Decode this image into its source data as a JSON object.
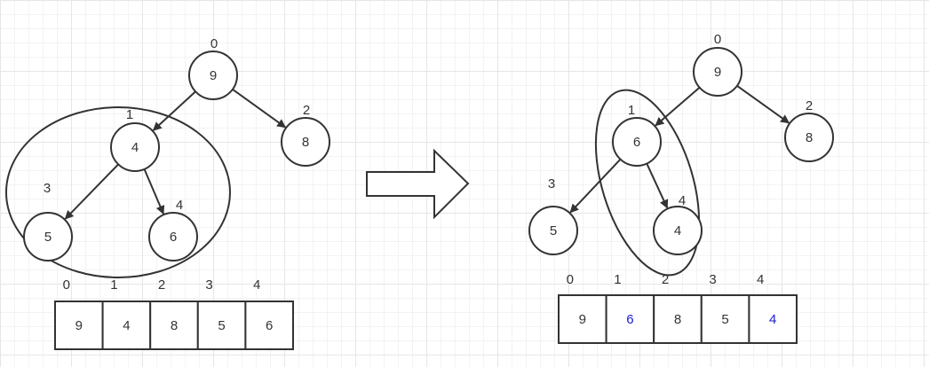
{
  "colors": {
    "stroke": "#333333",
    "text": "#333333",
    "highlight": "#1a1ad6"
  },
  "diagrams": [
    {
      "nodes": [
        {
          "index_label": "0",
          "value": "9"
        },
        {
          "index_label": "1",
          "value": "4"
        },
        {
          "index_label": "2",
          "value": "8"
        },
        {
          "index_label": "3",
          "value": "5"
        },
        {
          "index_label": "4",
          "value": "6"
        }
      ],
      "edges": [
        [
          0,
          1
        ],
        [
          0,
          2
        ],
        [
          1,
          3
        ],
        [
          1,
          4
        ]
      ],
      "array": {
        "indices": [
          "0",
          "1",
          "2",
          "3",
          "4"
        ],
        "values": [
          "9",
          "4",
          "8",
          "5",
          "6"
        ],
        "highlighted": []
      }
    },
    {
      "nodes": [
        {
          "index_label": "0",
          "value": "9"
        },
        {
          "index_label": "1",
          "value": "6"
        },
        {
          "index_label": "2",
          "value": "8"
        },
        {
          "index_label": "3",
          "value": "5"
        },
        {
          "index_label": "4",
          "value": "4"
        }
      ],
      "edges": [
        [
          0,
          1
        ],
        [
          0,
          2
        ],
        [
          1,
          3
        ],
        [
          1,
          4
        ]
      ],
      "array": {
        "indices": [
          "0",
          "1",
          "2",
          "3",
          "4"
        ],
        "values": [
          "9",
          "6",
          "8",
          "5",
          "4"
        ],
        "highlighted": [
          1,
          4
        ]
      }
    }
  ],
  "transition_arrow": "right-arrow-icon"
}
